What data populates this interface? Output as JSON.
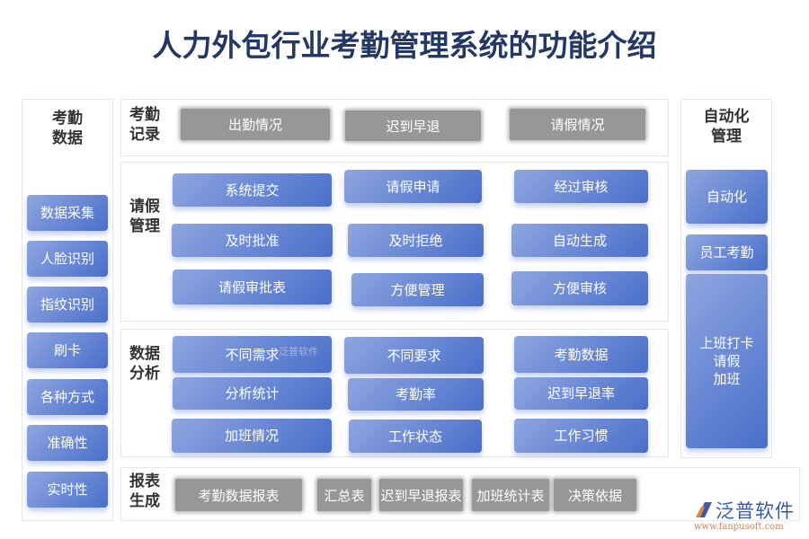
{
  "title": "人力外包行业考勤管理系统的功能介绍",
  "left_panel": {
    "label_line1": "考勤",
    "label_line2": "数据",
    "items": [
      "数据采集",
      "人脸识别",
      "指纹识别",
      "刷卡",
      "各种方式",
      "准确性",
      "实时性"
    ]
  },
  "attendance_record": {
    "label_line1": "考勤",
    "label_line2": "记录",
    "items": [
      "出勤情况",
      "迟到早退",
      "请假情况"
    ]
  },
  "leave_management": {
    "label_line1": "请假",
    "label_line2": "管理",
    "items": [
      "系统提交",
      "请假申请",
      "经过审核",
      "及时批准",
      "及时拒绝",
      "自动生成",
      "请假审批表",
      "方便管理",
      "方便审核"
    ]
  },
  "data_analysis": {
    "label_line1": "数据",
    "label_line2": "分析",
    "items": [
      "不同需求",
      "不同要求",
      "考勤数据",
      "分析统计",
      "考勤率",
      "迟到早退率",
      "加班情况",
      "工作状态",
      "工作习惯"
    ]
  },
  "report_generation": {
    "label_line1": "报表",
    "label_line2": "生成",
    "items": [
      "考勤数据报表",
      "汇总表",
      "迟到早退报表",
      "加班统计表",
      "决策依据"
    ]
  },
  "right_panel": {
    "label_line1": "自动化",
    "label_line2": "管理",
    "items": [
      "自动化",
      "员工考勤"
    ],
    "tall_item": {
      "line1": "上班打卡",
      "line2": "请假",
      "line3": "加班"
    }
  },
  "watermark": {
    "mid_text": "泛普软件",
    "logo_text": "泛普软件",
    "logo_url": "www.fanpusoft.com"
  },
  "colors": {
    "title": "#233864",
    "blue_button_start": "#8ea6e0",
    "blue_button_end": "#4a6fca",
    "gray_button": "#979797"
  }
}
